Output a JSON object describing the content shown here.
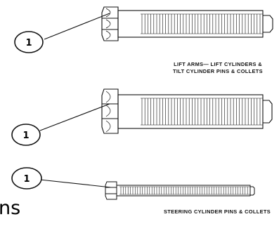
{
  "callouts": [
    {
      "number": "1"
    },
    {
      "number": "1"
    },
    {
      "number": "1"
    }
  ],
  "bolts": [
    {
      "caption_line1": "LIFT ARMS— LIFT CYLINDERS &",
      "caption_line2": "TILT CYLINDER PINS & COLLETS"
    },
    {
      "caption_line1": "",
      "caption_line2": ""
    },
    {
      "caption_line1": "STEERING CYLINDER PINS & COLLETS",
      "caption_line2": ""
    }
  ],
  "stray_text": "ns"
}
